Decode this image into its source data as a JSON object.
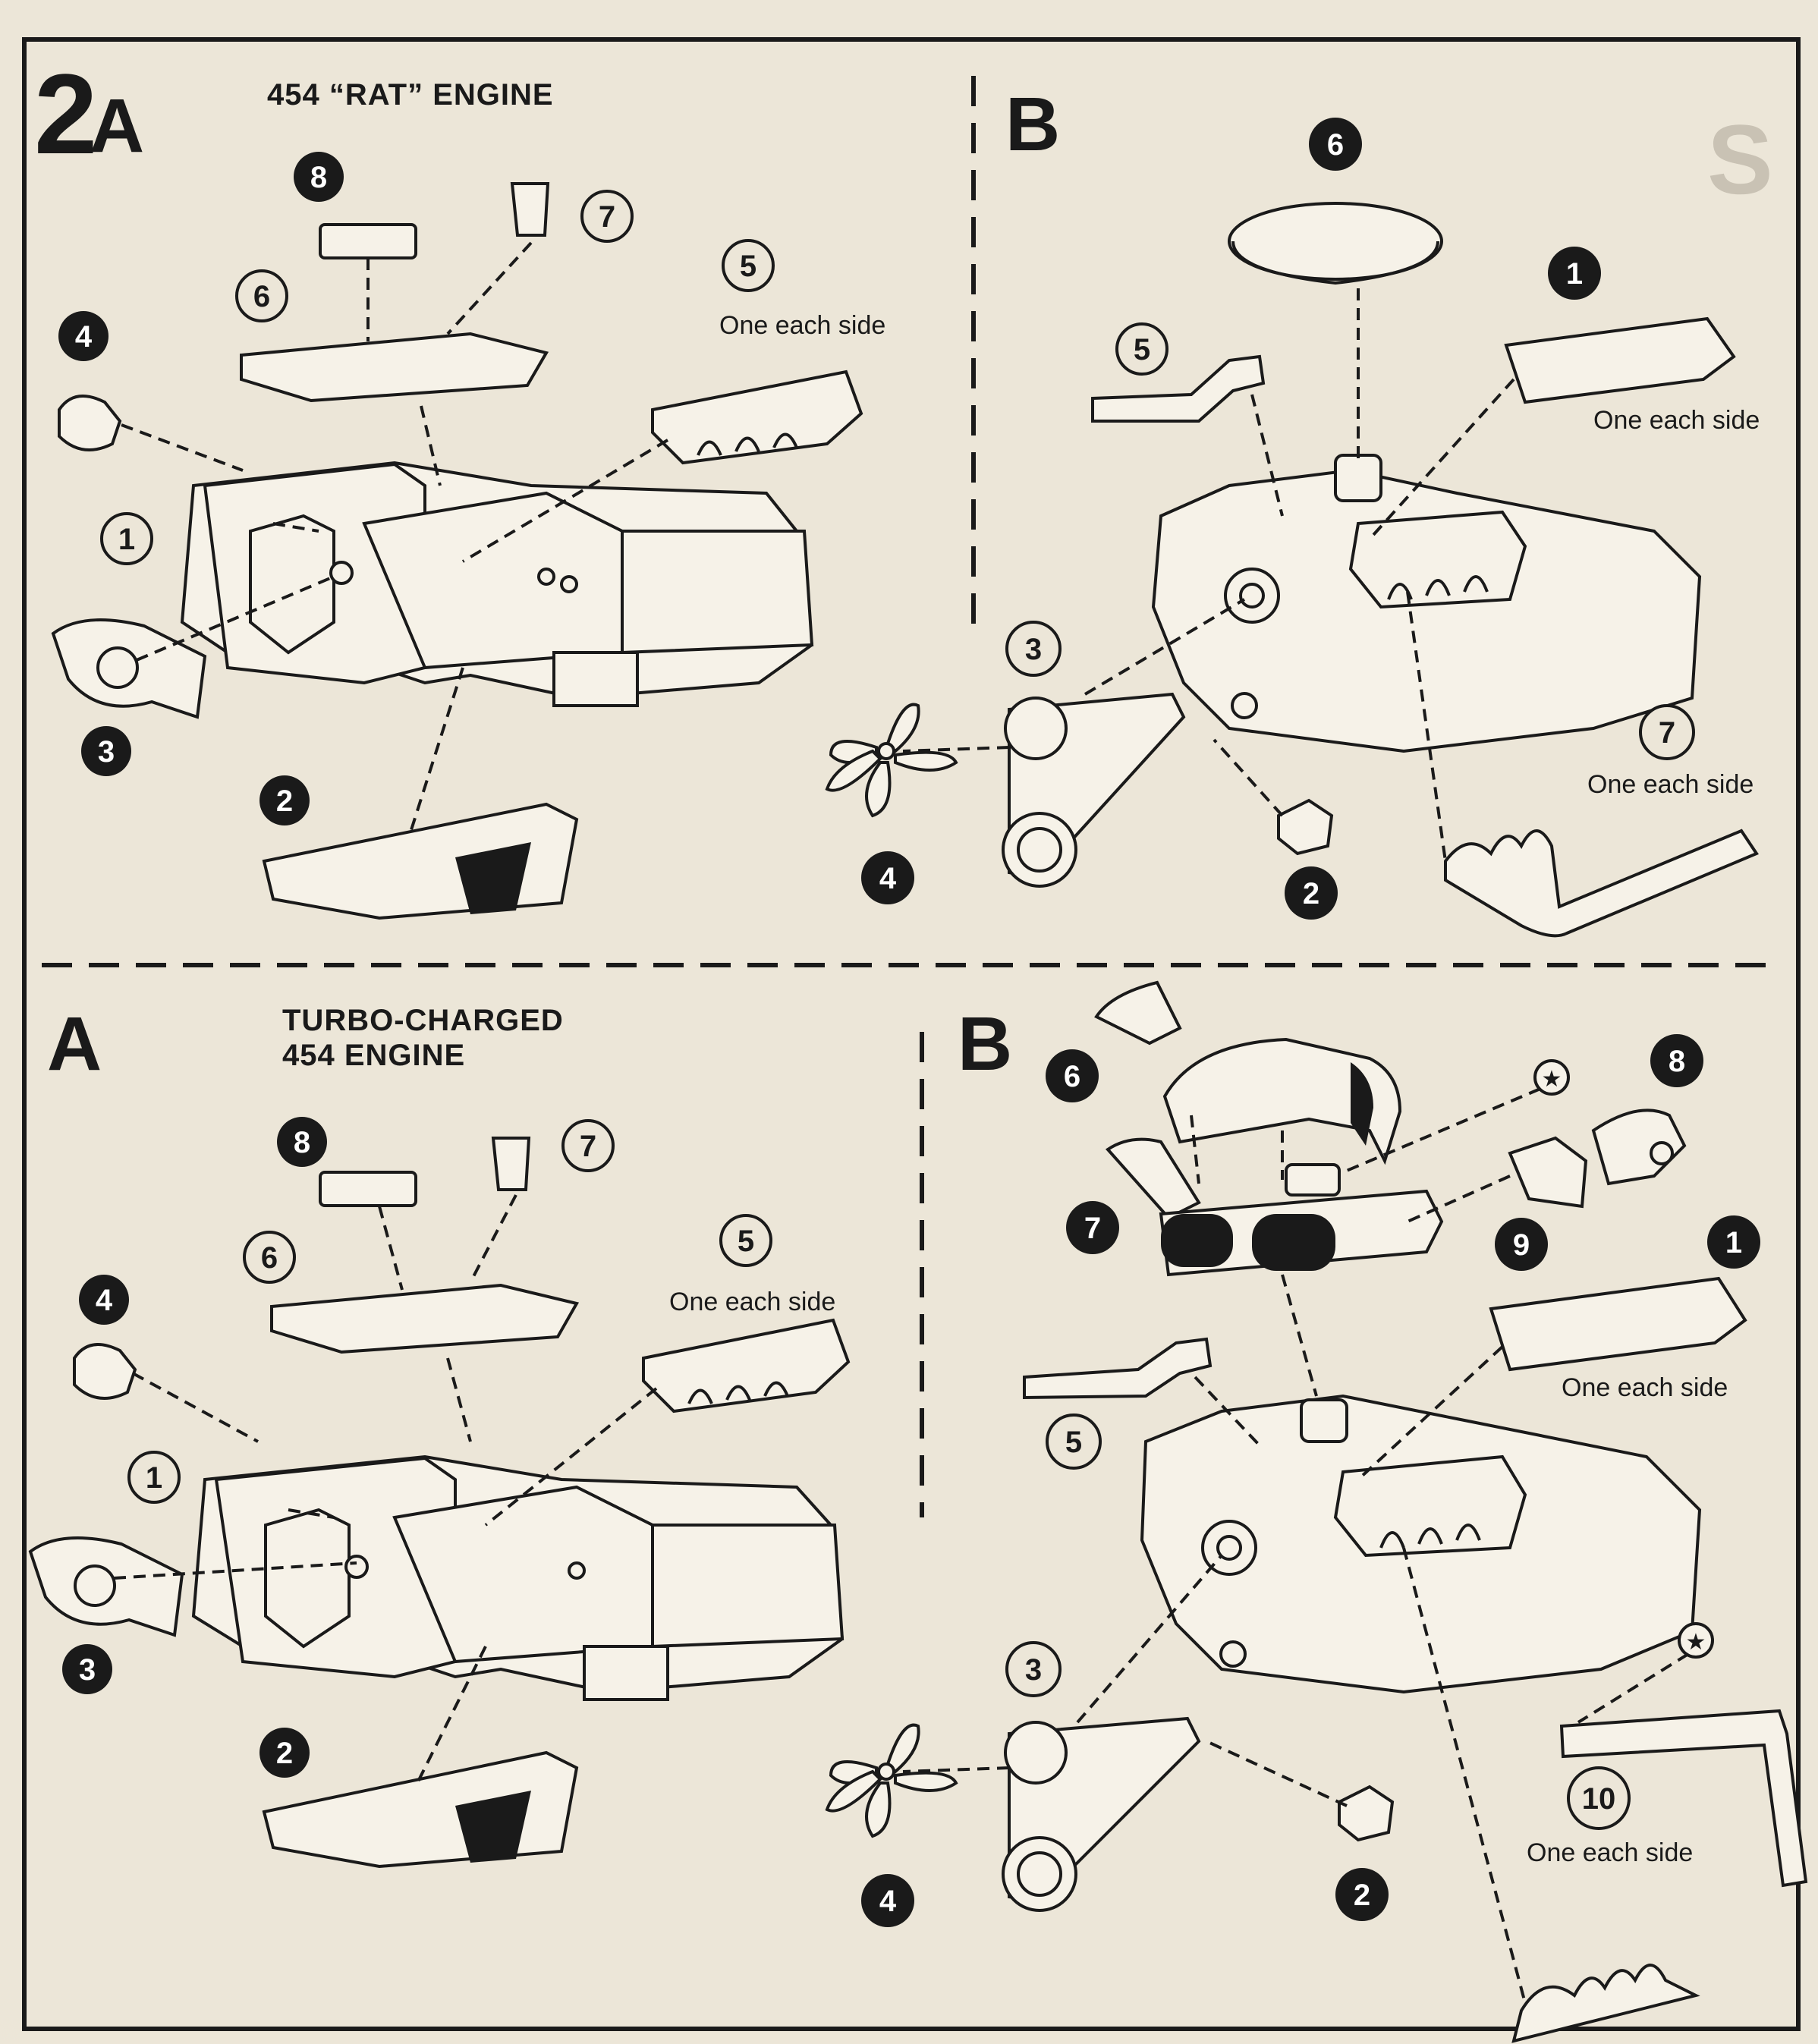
{
  "page": {
    "step_number": "2",
    "corner_mark": "S"
  },
  "sections": [
    {
      "letter": "A",
      "title_lines": [
        "454 “RAT” ENGINE"
      ],
      "part_labels": [
        {
          "num": "1",
          "style": "outline"
        },
        {
          "num": "2",
          "style": "filled"
        },
        {
          "num": "3",
          "style": "filled"
        },
        {
          "num": "4",
          "style": "filled"
        },
        {
          "num": "5",
          "style": "outline",
          "note": "One each side"
        },
        {
          "num": "6",
          "style": "outline"
        },
        {
          "num": "7",
          "style": "outline"
        },
        {
          "num": "8",
          "style": "filled"
        }
      ]
    },
    {
      "letter": "B",
      "title_lines": [],
      "part_labels": [
        {
          "num": "1",
          "style": "filled",
          "note": "One each side"
        },
        {
          "num": "2",
          "style": "filled"
        },
        {
          "num": "3",
          "style": "outline"
        },
        {
          "num": "4",
          "style": "filled"
        },
        {
          "num": "5",
          "style": "outline"
        },
        {
          "num": "6",
          "style": "filled"
        },
        {
          "num": "7",
          "style": "outline",
          "note": "One each side"
        }
      ]
    },
    {
      "letter": "A",
      "title_lines": [
        "TURBO-CHARGED",
        "454 ENGINE"
      ],
      "part_labels": [
        {
          "num": "1",
          "style": "outline"
        },
        {
          "num": "2",
          "style": "filled"
        },
        {
          "num": "3",
          "style": "filled"
        },
        {
          "num": "4",
          "style": "filled"
        },
        {
          "num": "5",
          "style": "outline",
          "note": "One each side"
        },
        {
          "num": "6",
          "style": "outline"
        },
        {
          "num": "7",
          "style": "outline"
        },
        {
          "num": "8",
          "style": "filled"
        }
      ]
    },
    {
      "letter": "B",
      "title_lines": [],
      "part_labels": [
        {
          "num": "1",
          "style": "filled",
          "note": "One each side"
        },
        {
          "num": "2",
          "style": "filled"
        },
        {
          "num": "3",
          "style": "outline"
        },
        {
          "num": "4",
          "style": "filled"
        },
        {
          "num": "5",
          "style": "outline"
        },
        {
          "num": "6",
          "style": "filled"
        },
        {
          "num": "7",
          "style": "filled"
        },
        {
          "num": "8",
          "style": "filled"
        },
        {
          "num": "9",
          "style": "filled"
        },
        {
          "num": "10",
          "style": "outline",
          "note": "One each side"
        }
      ]
    }
  ],
  "symbols": {
    "star": "★"
  },
  "colors": {
    "paper": "#ece6d8",
    "ink": "#1a1a1a"
  }
}
